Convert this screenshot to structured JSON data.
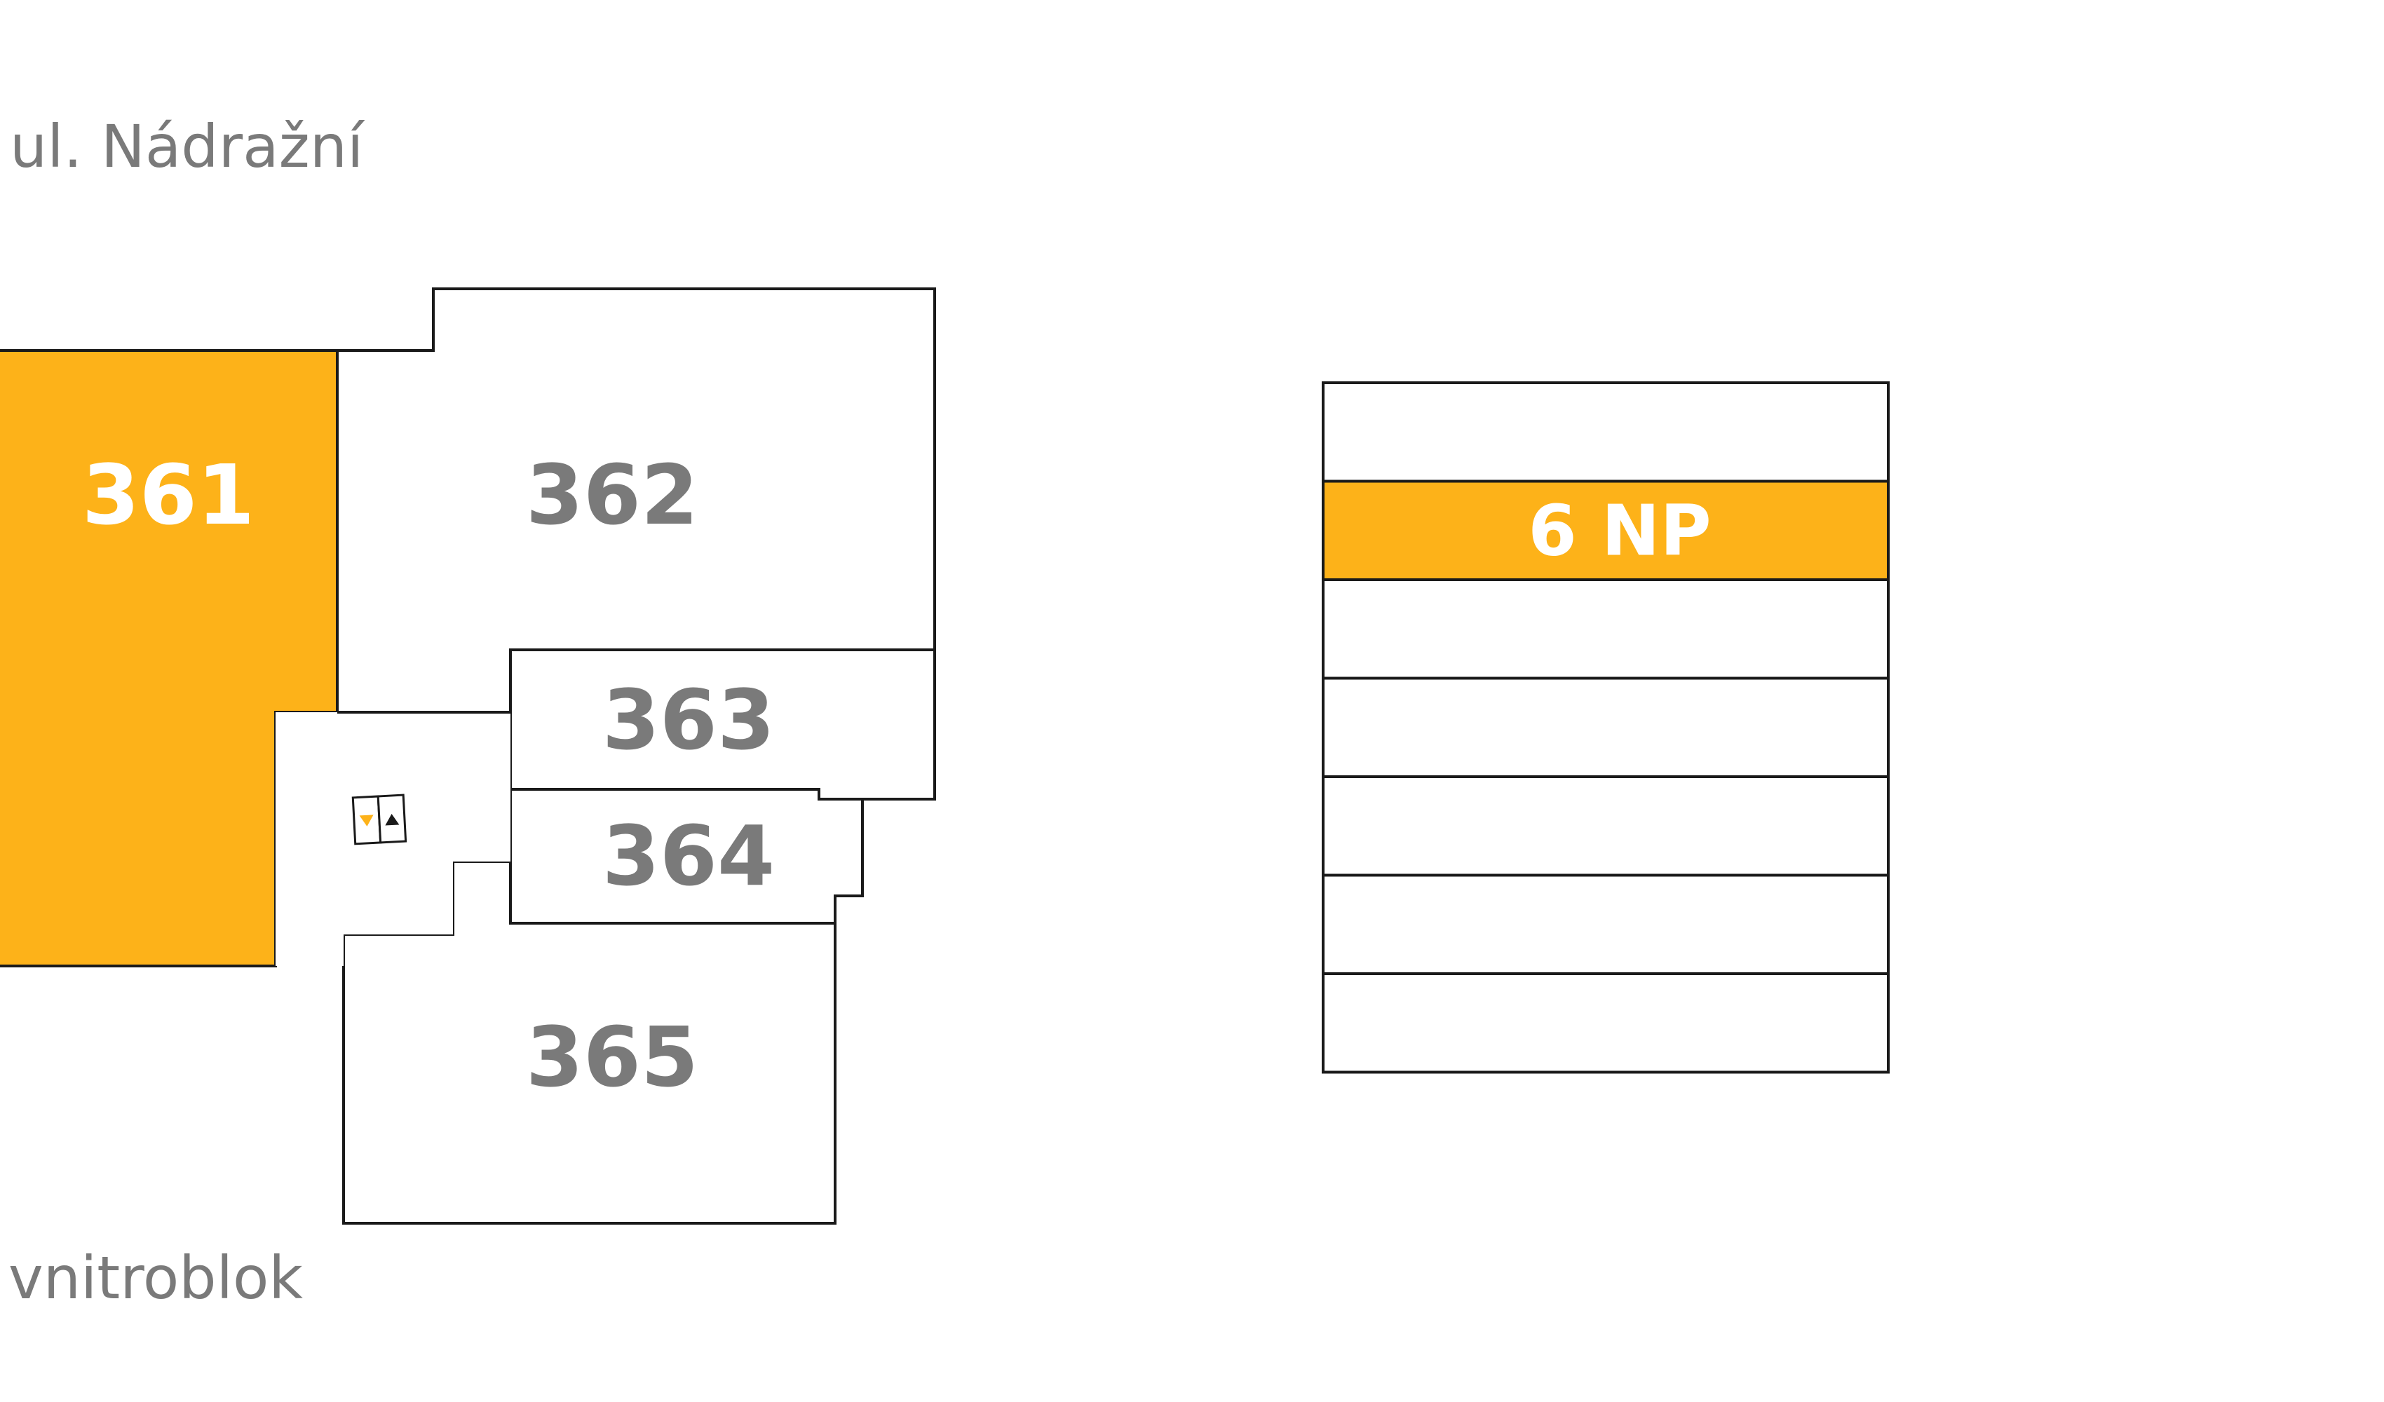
{
  "labels": {
    "street_top": "ul. Nádražní",
    "street_bottom": "vnitroblok"
  },
  "colors": {
    "highlight": "#FDB219",
    "outline": "#1a1a1a",
    "text_muted": "#7a7a7a",
    "text_on_highlight": "#ffffff",
    "background": "#ffffff"
  },
  "units": [
    {
      "id": "361",
      "label": "361",
      "selected": true
    },
    {
      "id": "362",
      "label": "362",
      "selected": false
    },
    {
      "id": "363",
      "label": "363",
      "selected": false
    },
    {
      "id": "364",
      "label": "364",
      "selected": false
    },
    {
      "id": "365",
      "label": "365",
      "selected": false
    }
  ],
  "floors": [
    {
      "label": "",
      "selected": false
    },
    {
      "label": "6 NP",
      "selected": true
    },
    {
      "label": "",
      "selected": false
    },
    {
      "label": "",
      "selected": false
    },
    {
      "label": "",
      "selected": false
    },
    {
      "label": "",
      "selected": false
    },
    {
      "label": "",
      "selected": false
    }
  ],
  "elevator": {
    "icon": "elevator-icon",
    "down_arrow_color": "#FDB219",
    "up_arrow_color": "#1a1a1a"
  }
}
